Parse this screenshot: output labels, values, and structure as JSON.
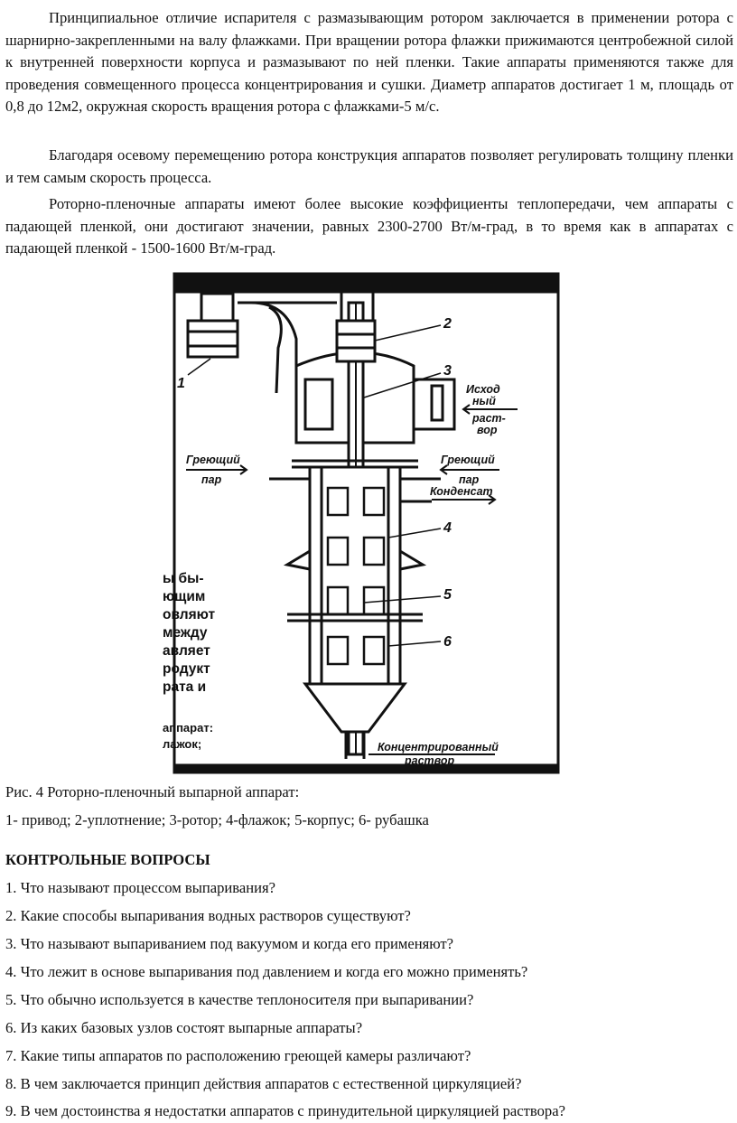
{
  "paragraphs": [
    "Принципиальное отличие испарителя с размазывающим ротором заключается в применении ротора с шарнирно-закрепленными на валу флажками. При вращении ротора флажки прижимаются центробежной силой к внутренней поверхности корпуса и размазывают по ней пленки. Такие аппараты применяются также для проведения совмещенного процесса концентрирования и сушки. Диаметр аппаратов достигает 1 м, площадь от 0,8 до 12м2, окружная скорость вращения ротора с флажками-5 м/с.",
    "Благодаря осевому перемещению ротора конструкция аппаратов позволяет регулировать толщину пленки и тем самым скорость процесса.",
    "Роторно-пленочные аппараты имеют более высокие коэффициенты теплопередачи, чем аппараты с падающей пленкой, они достигают значении, равных 2300-2700 Вт/м-град, в то время как в аппаратах с падающей пленкой - 1500-1600 Вт/м-град."
  ],
  "figure": {
    "numbers": [
      "1",
      "2",
      "3",
      "4",
      "5",
      "6"
    ],
    "labels": {
      "feed": [
        "Исход",
        "ный",
        "раст-",
        "вор"
      ],
      "steam_left": [
        "Греющий",
        "пар"
      ],
      "steam_right": [
        "Греющий",
        "пар"
      ],
      "condensate": "Конденсат",
      "product": [
        "Концентрированный",
        "раствор"
      ]
    },
    "bleed_text": [
      "ы бы-",
      "ющим",
      "овляют",
      "между",
      "авляет",
      "родукт",
      "рата и",
      "аппарат:",
      "лажок;"
    ]
  },
  "caption": {
    "title": "Рис. 4 Роторно-пленочный выпарной аппарат:",
    "legend": "1- привод; 2-уплотнение; 3-ротор; 4-флажок; 5-корпус; 6- рубашка"
  },
  "questions_heading": "КОНТРОЛЬНЫЕ ВОПРОСЫ",
  "questions": [
    "1. Что называют процессом выпаривания?",
    "2. Какие способы выпаривания водных растворов существуют?",
    "3. Что называют выпариванием под вакуумом и когда его применяют?",
    "4. Что лежит в основе выпаривания под давлением и когда его можно применять?",
    "5. Что обычно используется в качестве теплоносителя при выпаривании?",
    "6. Из каких базовых узлов состоят выпарные аппараты?",
    "7. Какие типы аппаратов по расположению греющей камеры различают?",
    "8. В чем заключается принцип действия аппаратов с естественной циркуляцией?",
    "9. В чем достоинства я недостатки аппаратов с принудительной циркуляцией раствора?"
  ]
}
